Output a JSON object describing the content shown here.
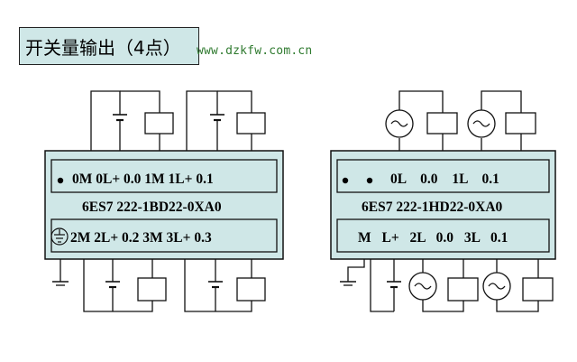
{
  "title": "开关量输出（4点）",
  "watermark": "www.dzkfw.com.cn",
  "module_dc": {
    "top_row": "0M 0L+ 0.0 1M 1L+ 0.1",
    "model": "6ES7 222-1BD22-0XA0",
    "bottom_row": "2M 2L+ 0.2 3M 3L+ 0.3"
  },
  "module_relay": {
    "top_row": "0L 0.0 1L 0.1",
    "model": "6ES7 222-1HD22-0XA0",
    "bottom_row": "M L+ 2L 0.0 3L 0.1"
  },
  "colors": {
    "module_fill": "#cfe7e7",
    "line": "#111111",
    "watermark": "#2f7a2f"
  }
}
